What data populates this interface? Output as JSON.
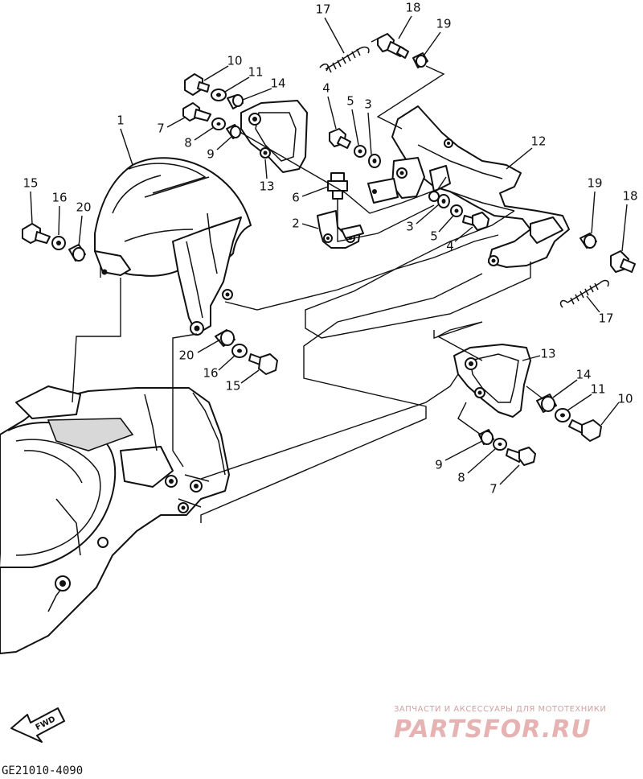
{
  "diagram": {
    "reference_code": "GE21010-4090",
    "fwd_label": "FWD",
    "watermark": {
      "tagline": "ЗАПЧАСТИ И АКСЕССУАРЫ ДЛЯ МОТОТЕХНИКИ",
      "logo_text": "PARTSFOR.RU"
    },
    "callouts": [
      "1",
      "2",
      "3",
      "3",
      "4",
      "4",
      "5",
      "5",
      "6",
      "7",
      "7",
      "8",
      "8",
      "9",
      "9",
      "10",
      "10",
      "11",
      "11",
      "12",
      "13",
      "13",
      "14",
      "14",
      "15",
      "15",
      "16",
      "16",
      "17",
      "17",
      "18",
      "18",
      "19",
      "19",
      "20",
      "20"
    ]
  }
}
